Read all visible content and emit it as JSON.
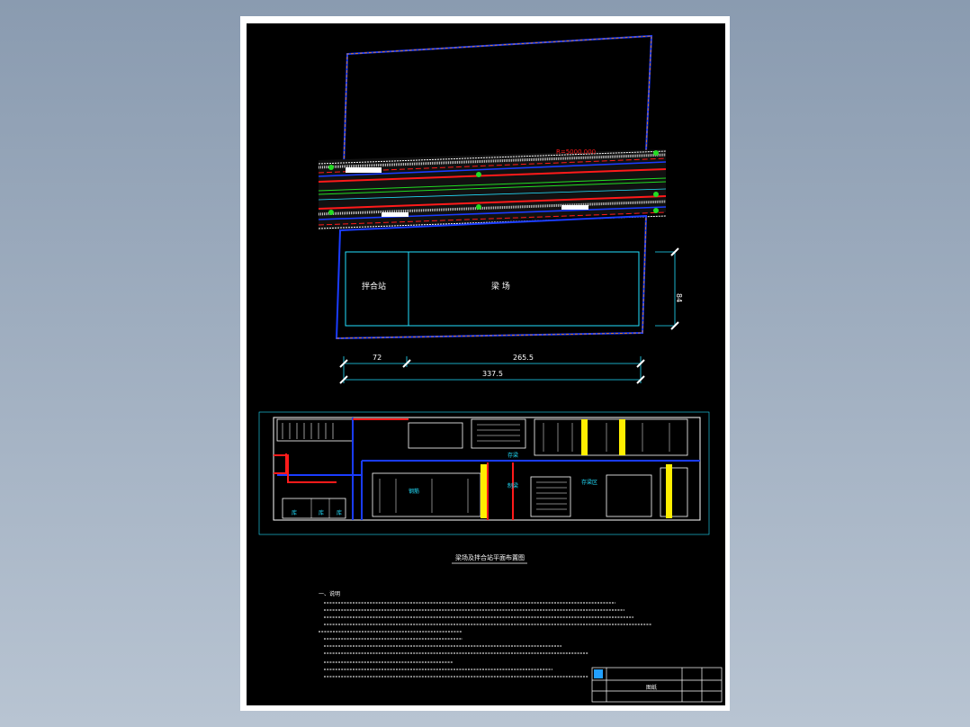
{
  "site_plan": {
    "labels": {
      "mixing_station": "拌合站",
      "beam_yard": "梁  场",
      "dim_total": "337.5",
      "dim_left": "72",
      "dim_right": "265.5",
      "dim_height": "84",
      "chainage": "R=5000.000"
    }
  },
  "layout_plan": {
    "title": "梁场及拌合站平面布置图",
    "room_labels": {
      "room_a": "库",
      "room_b": "库",
      "room_c": "库",
      "area_1": "钢筋",
      "area_2": "存梁",
      "area_3": "制梁",
      "area_4": "存梁区"
    }
  },
  "notes": {
    "heading": "一、说明"
  },
  "title_block": {
    "name": "图纸"
  },
  "colors": {
    "background": "#000000",
    "boundary_blue": "#1a3cff",
    "line_cyan": "#22e0ff",
    "line_red": "#ff1a1a",
    "line_green": "#22dd22",
    "highlight_yellow": "#ffee00",
    "frame_white": "#ffffff"
  }
}
